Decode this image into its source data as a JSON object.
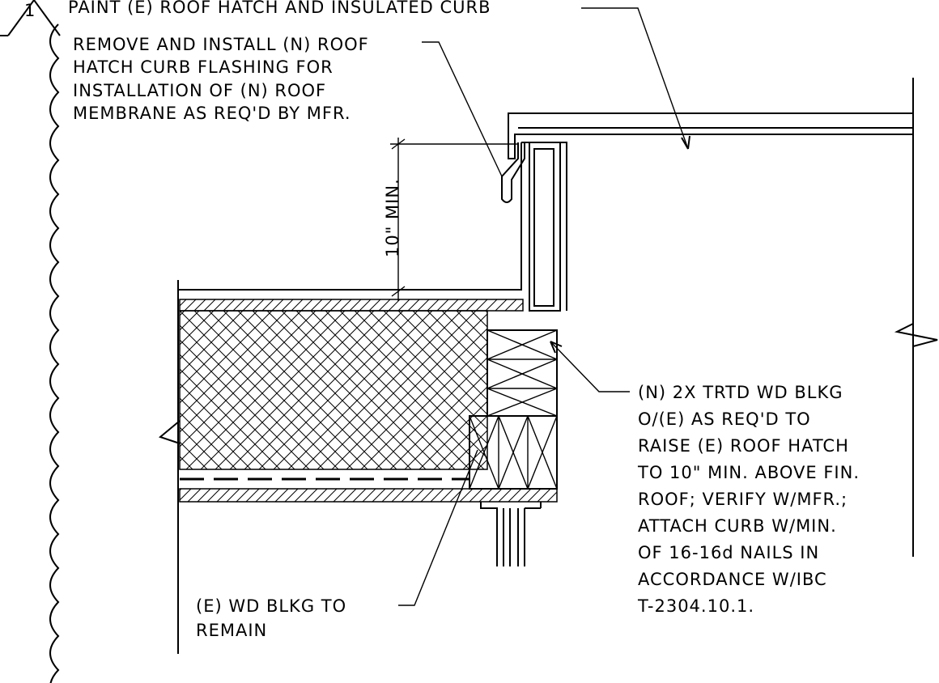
{
  "revision": {
    "number": "1"
  },
  "notes": {
    "paint_hatch": "PAINT (E) ROOF HATCH AND INSULATED CURB",
    "flashing": [
      "REMOVE AND INSTALL (N) ROOF",
      "HATCH CURB FLASHING FOR",
      "INSTALLATION OF (N) ROOF",
      "MEMBRANE AS REQ'D BY MFR."
    ],
    "dimension": "10\" MIN.",
    "blocking_new": [
      "(N) 2X TRTD WD BLKG",
      "O/(E) AS REQ'D TO",
      "RAISE (E) ROOF HATCH",
      "TO 10\" MIN. ABOVE FIN.",
      "ROOF; VERIFY W/MFR.;",
      "ATTACH CURB W/MIN.",
      "OF 16-16d NAILS IN",
      "ACCORDANCE W/IBC",
      "T-2304.10.1."
    ],
    "blocking_existing": [
      "(E) WD BLKG TO",
      "REMAIN"
    ]
  }
}
